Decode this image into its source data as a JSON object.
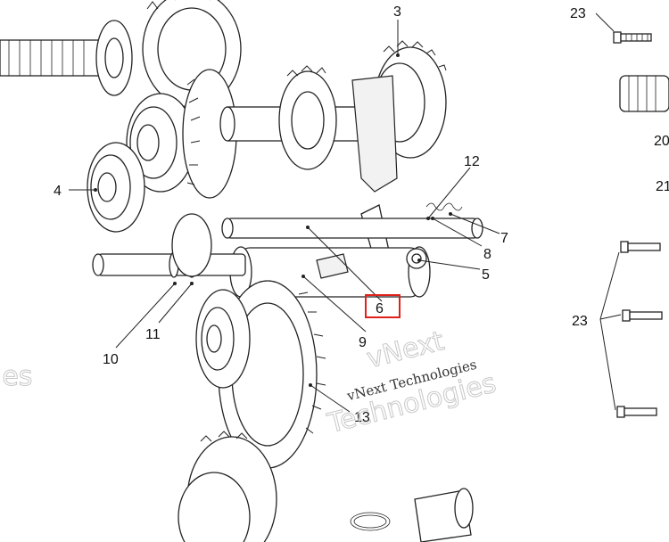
{
  "callouts": {
    "c3": "3",
    "c4": "4",
    "c5": "5",
    "c6": "6",
    "c7": "7",
    "c8": "8",
    "c9": "9",
    "c10": "10",
    "c11": "11",
    "c12": "12",
    "c13": "13",
    "c20": "20",
    "c21": "21",
    "c23_top": "23",
    "c23_mid": "23"
  },
  "watermark": {
    "script_text": "vNext Technologies",
    "ghost_text": "Technologies",
    "ghost_top": "vNext",
    "ghost_left": "ies"
  },
  "highlighted_callout": "6",
  "colors": {
    "line": "#222222",
    "highlight": "#e0201b",
    "watermark": "#c8c8c8"
  }
}
